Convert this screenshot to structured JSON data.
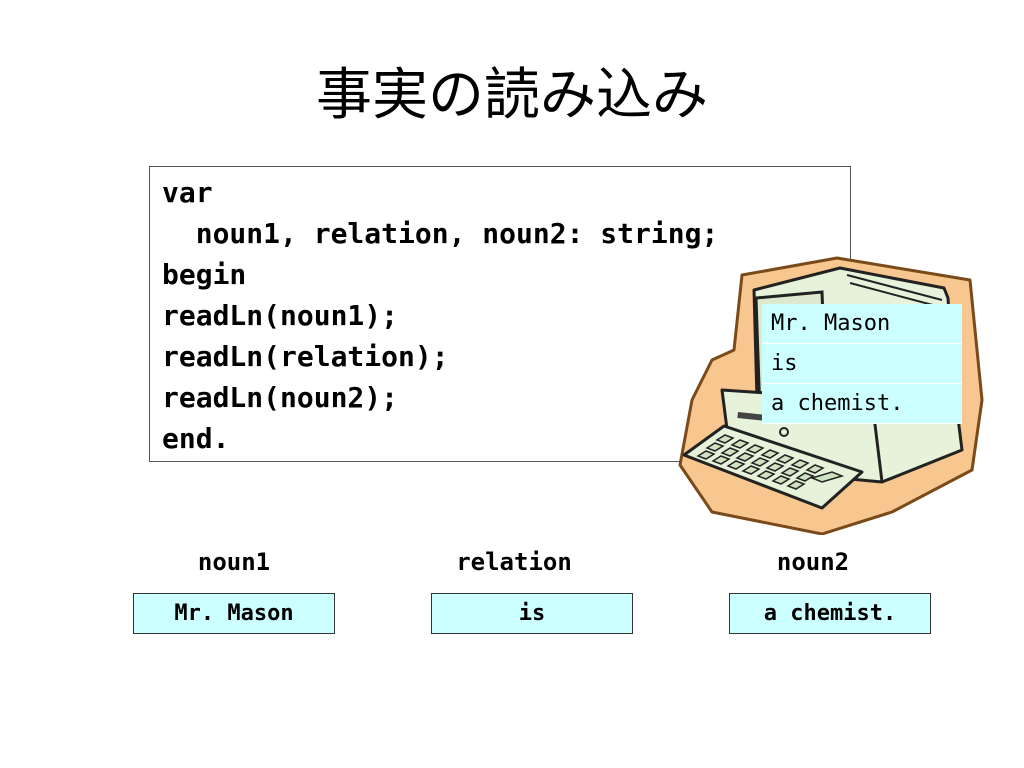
{
  "title": "事実の読み込み",
  "code": {
    "lines": [
      "var",
      "  noun1, relation, noun2: string;",
      "begin",
      "readLn(noun1);",
      "readLn(relation);",
      "readLn(noun2);",
      "end."
    ]
  },
  "screen": {
    "lines": [
      "Mr. Mason",
      "is",
      "a chemist."
    ]
  },
  "variables": [
    {
      "name": "noun1",
      "value": "Mr. Mason"
    },
    {
      "name": "relation",
      "value": "is"
    },
    {
      "name": "noun2",
      "value": "a chemist."
    }
  ],
  "colors": {
    "value_fill": "#ccffff",
    "computer_body": "#e6f2da",
    "computer_shadow": "#f7c78f"
  }
}
